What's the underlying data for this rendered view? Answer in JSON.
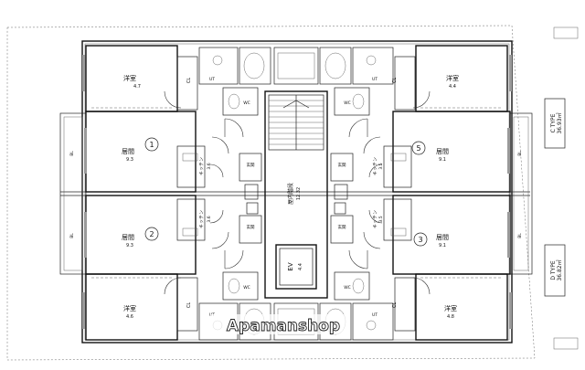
{
  "plan": {
    "rooms": [
      {
        "id": "r1",
        "name": "洋室",
        "area": "4.7"
      },
      {
        "id": "r2",
        "name": "洋室",
        "area": "4.4"
      },
      {
        "id": "r3",
        "name": "洋室",
        "area": "4.6"
      },
      {
        "id": "r4",
        "name": "洋室",
        "area": "4.8"
      }
    ],
    "living": [
      {
        "id": "l1",
        "name": "居間",
        "area": "9.3",
        "unit": "1"
      },
      {
        "id": "l2",
        "name": "居間",
        "area": "9.3",
        "unit": "2"
      },
      {
        "id": "l3",
        "name": "居間",
        "area": "9.1",
        "unit": "3"
      },
      {
        "id": "l4",
        "name": "居間",
        "area": "9.1",
        "unit": "5"
      }
    ],
    "kitchens": [
      {
        "name": "キッチン",
        "area": "3.6"
      },
      {
        "name": "キッチン",
        "area": "3.6"
      },
      {
        "name": "キッチン",
        "area": "3.5"
      },
      {
        "name": "キッチン",
        "area": "3.5"
      }
    ],
    "closet_label": "CL",
    "wc_label": "WC",
    "ut_label": "UT",
    "entrance_label": "玄関",
    "bl_label": "BL",
    "hall": {
      "name": "屋内階段",
      "area": "12.32"
    },
    "ev": {
      "name": "EV",
      "area": "4.4"
    },
    "types": [
      {
        "label": "C TYPE",
        "area": "36.93㎡"
      },
      {
        "label": "D TYPE",
        "area": "36.82㎡"
      }
    ],
    "watermark": "Apamanshop"
  }
}
